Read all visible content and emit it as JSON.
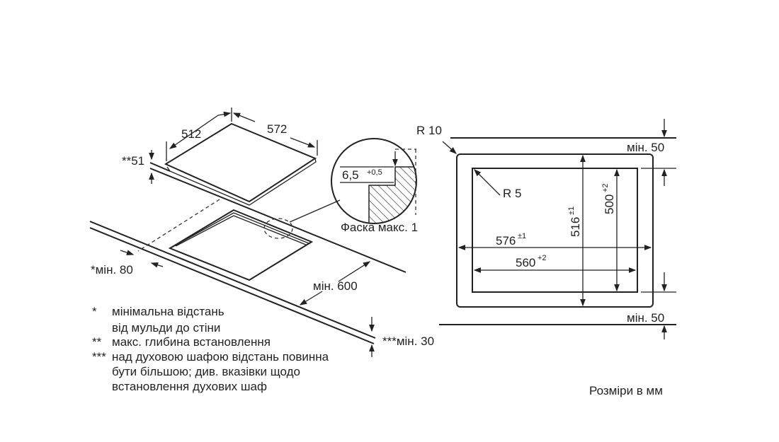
{
  "left_drawing": {
    "dim_depth": "512",
    "dim_width": "572",
    "dim_height": "**51",
    "dim_wall": "*мін. 80",
    "dim_front": "мін. 600",
    "dim_oven": "***мін. 30",
    "detail": {
      "value": "6,5",
      "tolerance": "+0,5",
      "caption": "Фаска макс. 1"
    }
  },
  "right_drawing": {
    "outer_radius": "R 10",
    "inner_radius": "R 5",
    "outer_width": "576",
    "outer_width_tol": "±1",
    "inner_width": "560",
    "inner_width_tol": "+2",
    "outer_depth": "516",
    "outer_depth_tol": "±1",
    "inner_depth": "500",
    "inner_depth_tol": "+2",
    "clearance_top": "мін. 50",
    "clearance_bottom": "мін. 50"
  },
  "notes": [
    {
      "mark": "*",
      "lines": [
        "мінімальна відстань",
        "від мульди до стіни"
      ]
    },
    {
      "mark": "**",
      "lines": [
        "макс. глибина встановлення"
      ]
    },
    {
      "mark": "***",
      "lines": [
        "над духовою шафою відстань повинна",
        "бути більшою; див. вказівки щодо",
        "встановлення духових шаф"
      ]
    }
  ],
  "units_caption": "Розміри в мм"
}
